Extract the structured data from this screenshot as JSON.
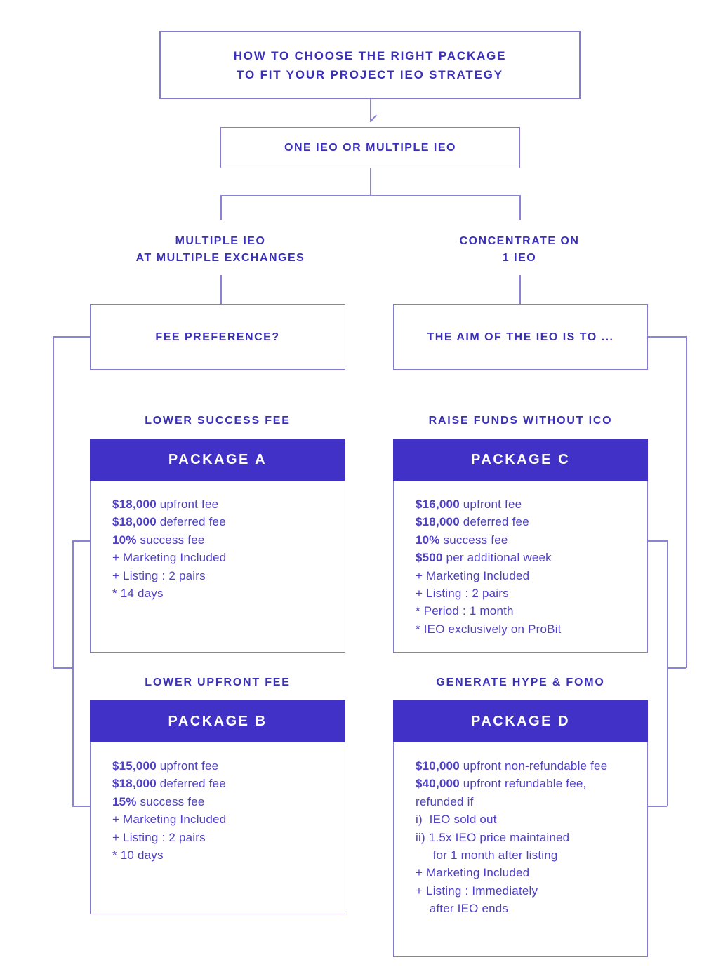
{
  "colors": {
    "accent_heading": "#3b30bb",
    "body_text": "#4d3fc6",
    "package_header_bg": "#4231c6",
    "package_header_text": "#ffffff",
    "border": "#837bd0",
    "line": "#8b84d4",
    "background": "#ffffff"
  },
  "flow": {
    "title": "HOW TO CHOOSE THE RIGHT PACKAGE\nTO FIT YOUR PROJECT IEO STRATEGY",
    "decision": "ONE IEO OR MULTIPLE IEO",
    "left_branch": {
      "label": "MULTIPLE IEO\nAT MULTIPLE EXCHANGES",
      "question": "FEE PREFERENCE?"
    },
    "right_branch": {
      "label": "CONCENTRATE ON\n1 IEO",
      "question": "THE AIM OF THE IEO IS TO ..."
    }
  },
  "packages": [
    {
      "id": "A",
      "tagline": "LOWER SUCCESS FEE",
      "name": "PACKAGE A",
      "features": [
        {
          "b": "$18,000",
          "t": " upfront fee"
        },
        {
          "b": "$18,000",
          "t": " deferred fee"
        },
        {
          "b": "10%",
          "t": " success fee"
        },
        {
          "b": "",
          "t": "+ Marketing Included"
        },
        {
          "b": "",
          "t": "+ Listing : 2 pairs"
        },
        {
          "b": "",
          "t": "* 14 days"
        }
      ]
    },
    {
      "id": "B",
      "tagline": "LOWER UPFRONT FEE",
      "name": "PACKAGE B",
      "features": [
        {
          "b": "$15,000",
          "t": " upfront fee"
        },
        {
          "b": "$18,000",
          "t": " deferred fee"
        },
        {
          "b": "15%",
          "t": " success fee"
        },
        {
          "b": "",
          "t": "+ Marketing Included"
        },
        {
          "b": "",
          "t": "+ Listing : 2 pairs"
        },
        {
          "b": "",
          "t": "* 10 days"
        }
      ]
    },
    {
      "id": "C",
      "tagline": "RAISE FUNDS WITHOUT ICO",
      "name": "PACKAGE C",
      "features": [
        {
          "b": "$16,000",
          "t": " upfront fee"
        },
        {
          "b": "$18,000",
          "t": " deferred fee"
        },
        {
          "b": "10%",
          "t": " success fee"
        },
        {
          "b": "$500",
          "t": " per additional week"
        },
        {
          "b": "",
          "t": "+ Marketing Included"
        },
        {
          "b": "",
          "t": "+ Listing : 2 pairs"
        },
        {
          "b": "",
          "t": "* Period : 1 month"
        },
        {
          "b": "",
          "t": "* IEO exclusively on ProBit"
        }
      ]
    },
    {
      "id": "D",
      "tagline": "GENERATE HYPE & FOMO",
      "name": "PACKAGE D",
      "features": [
        {
          "b": "$10,000",
          "t": " upfront non-refundable fee"
        },
        {
          "b": "$40,000",
          "t": " upfront refundable fee,"
        },
        {
          "b": "",
          "t": "refunded if"
        },
        {
          "b": "",
          "t": "i)  IEO sold out"
        },
        {
          "b": "",
          "t": "ii) 1.5x IEO price maintained"
        },
        {
          "b": "",
          "t": "     for 1 month after listing"
        },
        {
          "b": "",
          "t": "+ Marketing Included"
        },
        {
          "b": "",
          "t": "+ Listing : Immediately"
        },
        {
          "b": "",
          "t": "    after IEO ends"
        }
      ]
    }
  ]
}
